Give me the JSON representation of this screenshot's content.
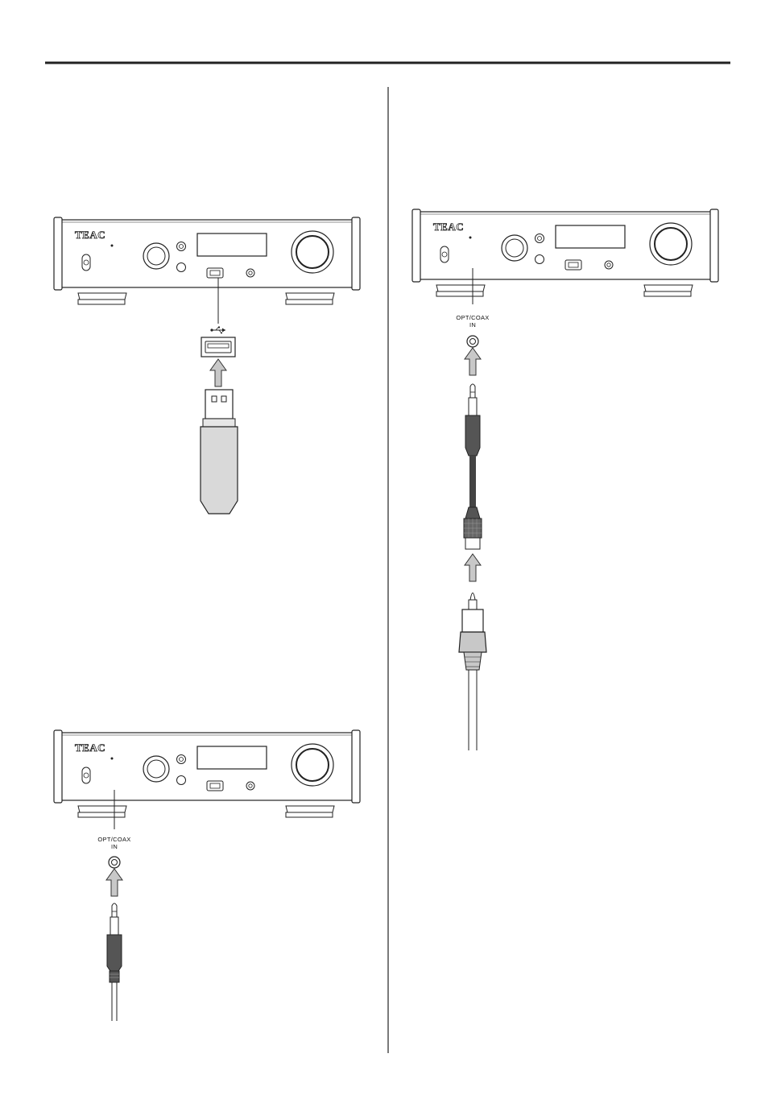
{
  "device": {
    "brand_label": "TEAC"
  },
  "connectors": {
    "usb_label": "USB",
    "opt_coax_label_line1": "OPT/COAX",
    "opt_coax_label_line2": "IN"
  },
  "colors": {
    "rule": "#222222",
    "arrow_fill": "#c8c8c8",
    "usb_stick_body": "#d9d9d9",
    "cable_grip": "#555555"
  }
}
